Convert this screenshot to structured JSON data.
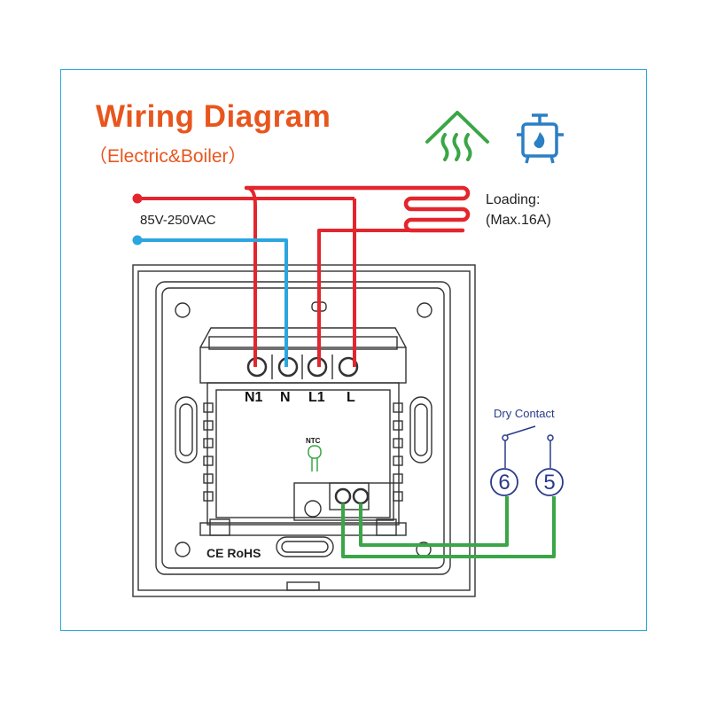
{
  "title": "Wiring Diagram",
  "subtitle": "（Electric&Boiler）",
  "supply": {
    "voltage_label": "85V-250VAC"
  },
  "load": {
    "line1": "Loading:",
    "line2": "(Max.16A)"
  },
  "terminals": [
    "N1",
    "N",
    "L1",
    "L"
  ],
  "sensor_label": "NTC",
  "dry_contact": {
    "label": "Dry Contact",
    "terminal_a": "6",
    "terminal_b": "5"
  },
  "certification": "CE RoHS",
  "icons": [
    "floor-heating-icon",
    "boiler-icon"
  ],
  "colors": {
    "live_wire": "#e3262d",
    "neutral_wire": "#2ba6e0",
    "dry_contact_wire": "#3aa647",
    "title": "#e8561e",
    "border": "#2aa6de"
  }
}
